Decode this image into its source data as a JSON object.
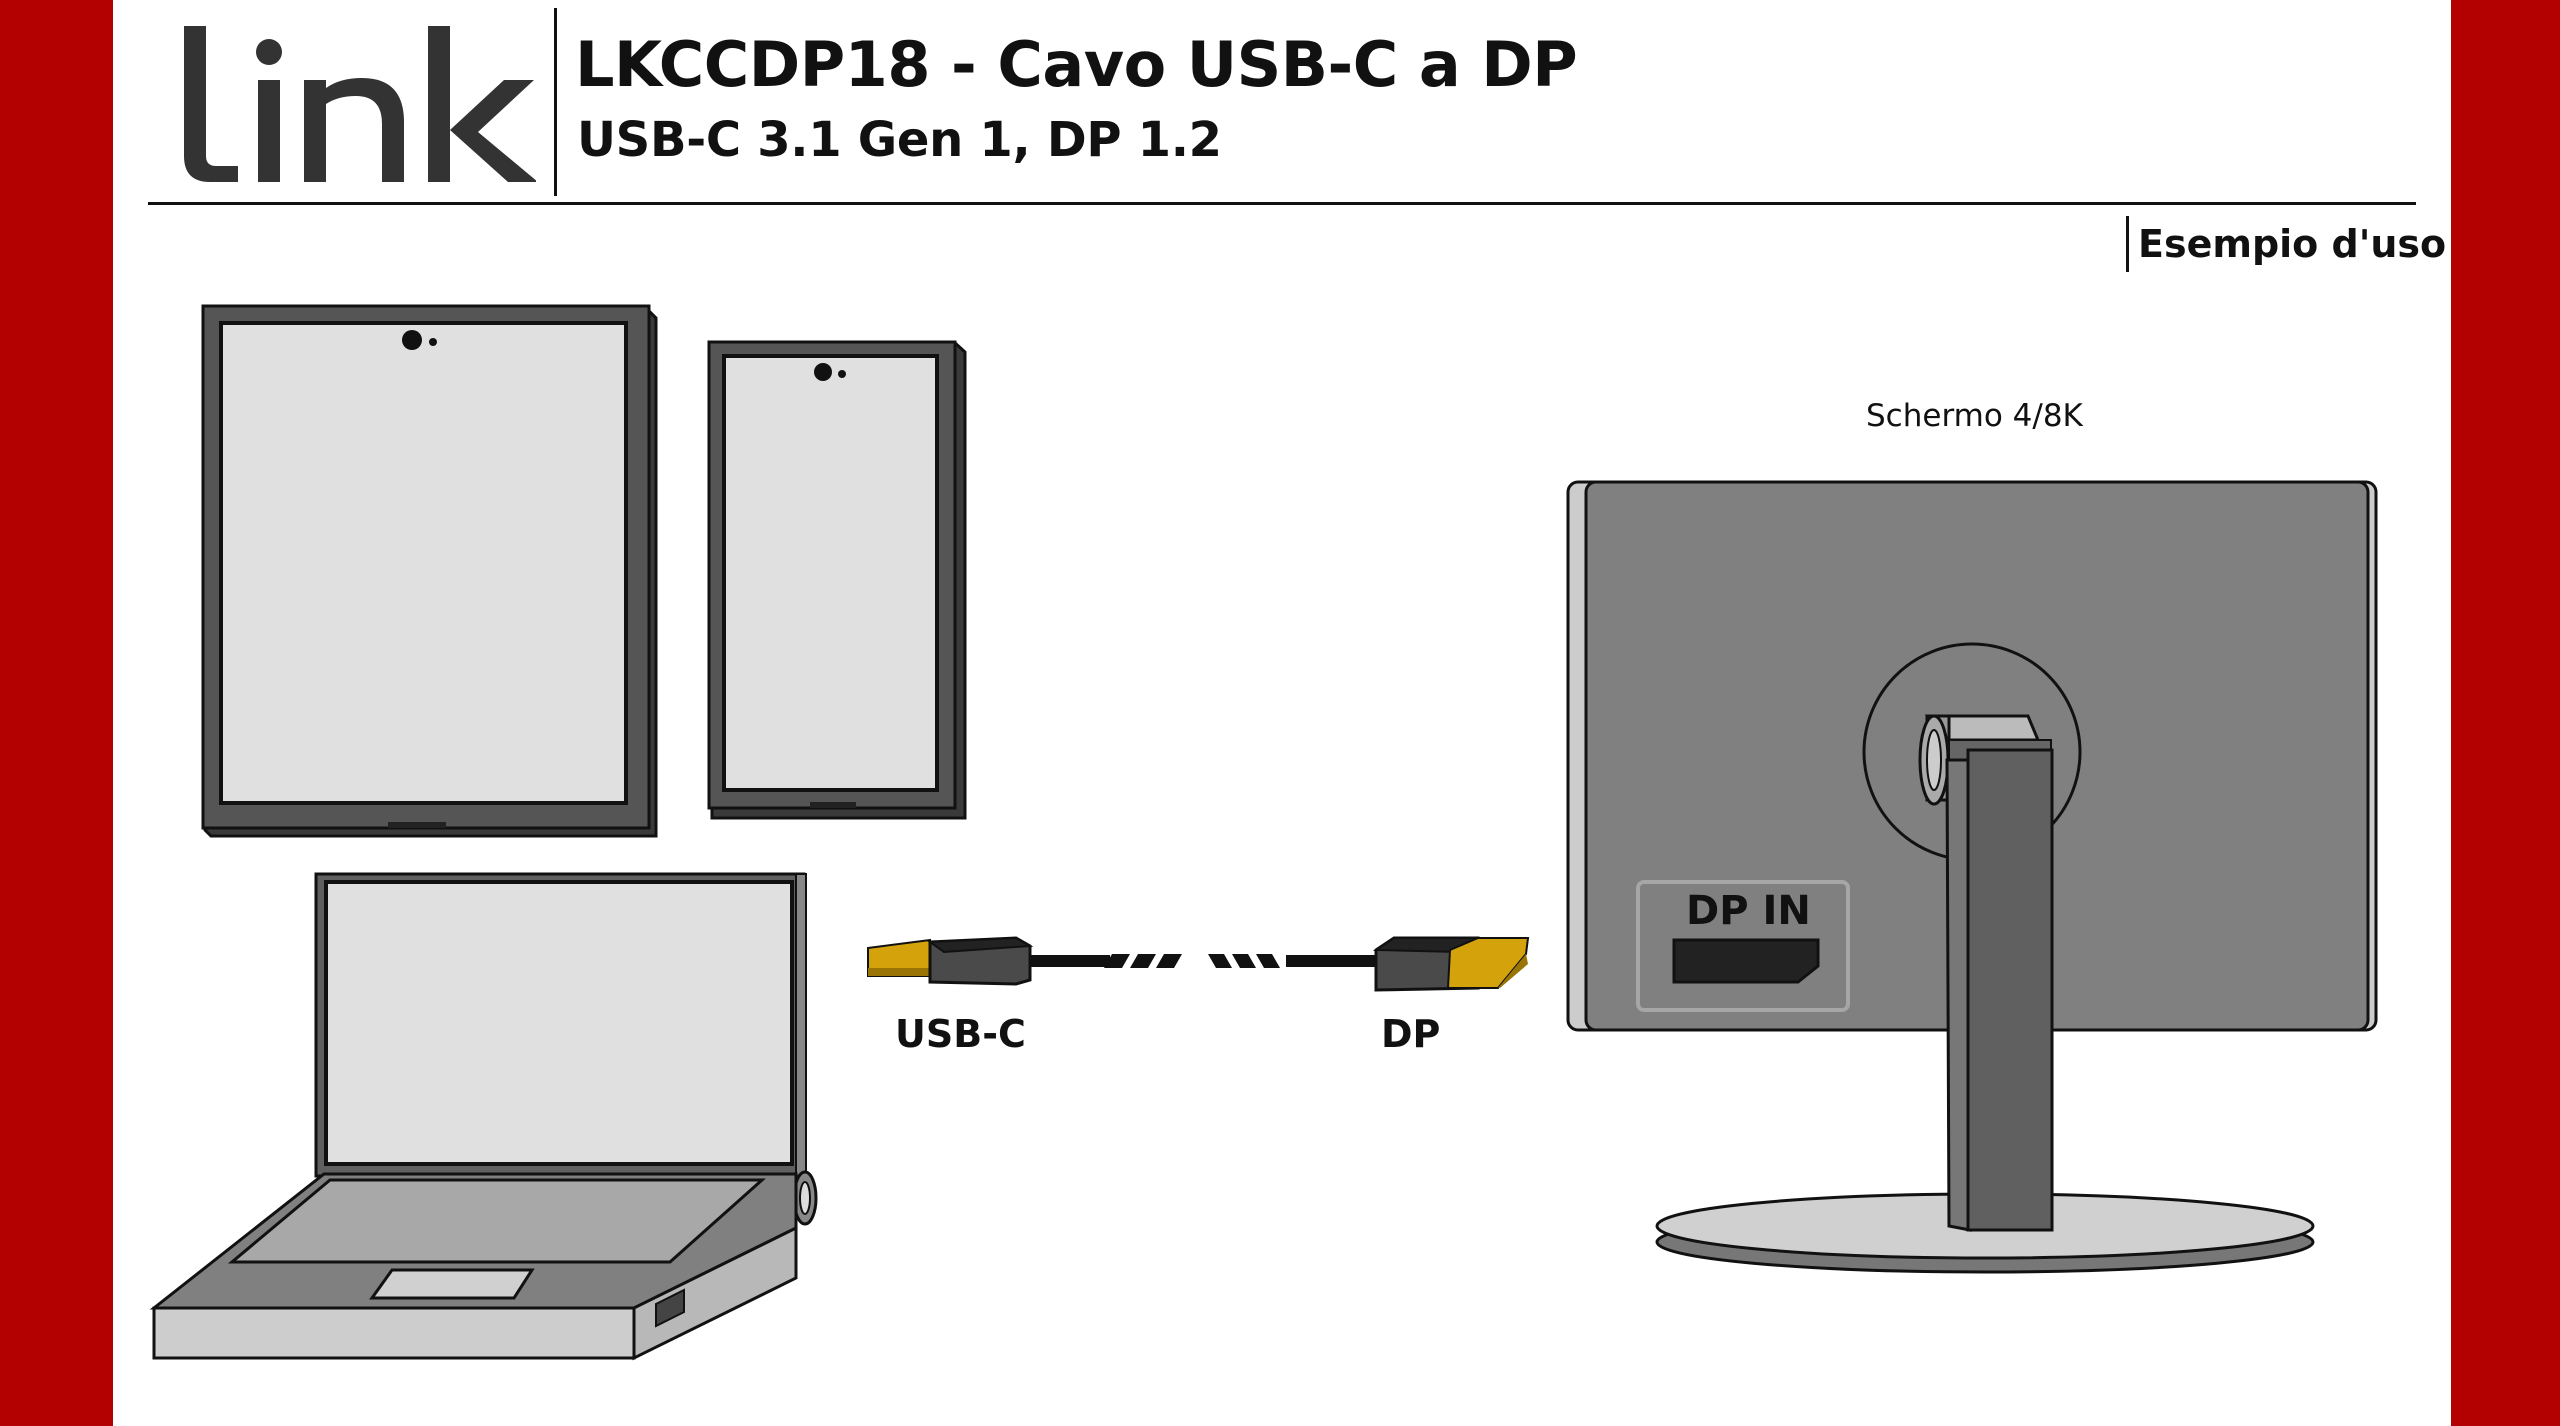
{
  "header": {
    "logo_text": "link",
    "title": "LKCCDP18 - Cavo USB-C a DP",
    "subtitle": "USB-C 3.1 Gen 1, DP 1.2",
    "section_label": "Esempio d'uso"
  },
  "diagram": {
    "source_devices": [
      "tablet",
      "smartphone",
      "laptop"
    ],
    "cable": {
      "left_connector_label": "USB-C",
      "right_connector_label": "DP"
    },
    "display": {
      "label": "Schermo 4/8K",
      "port_label": "DP IN"
    }
  },
  "colors": {
    "side_bars": "#b30000",
    "connector_gold": "#d4a20b",
    "device_frame": "#555555",
    "device_screen": "#e0e0e0",
    "monitor_body": "#808080"
  }
}
